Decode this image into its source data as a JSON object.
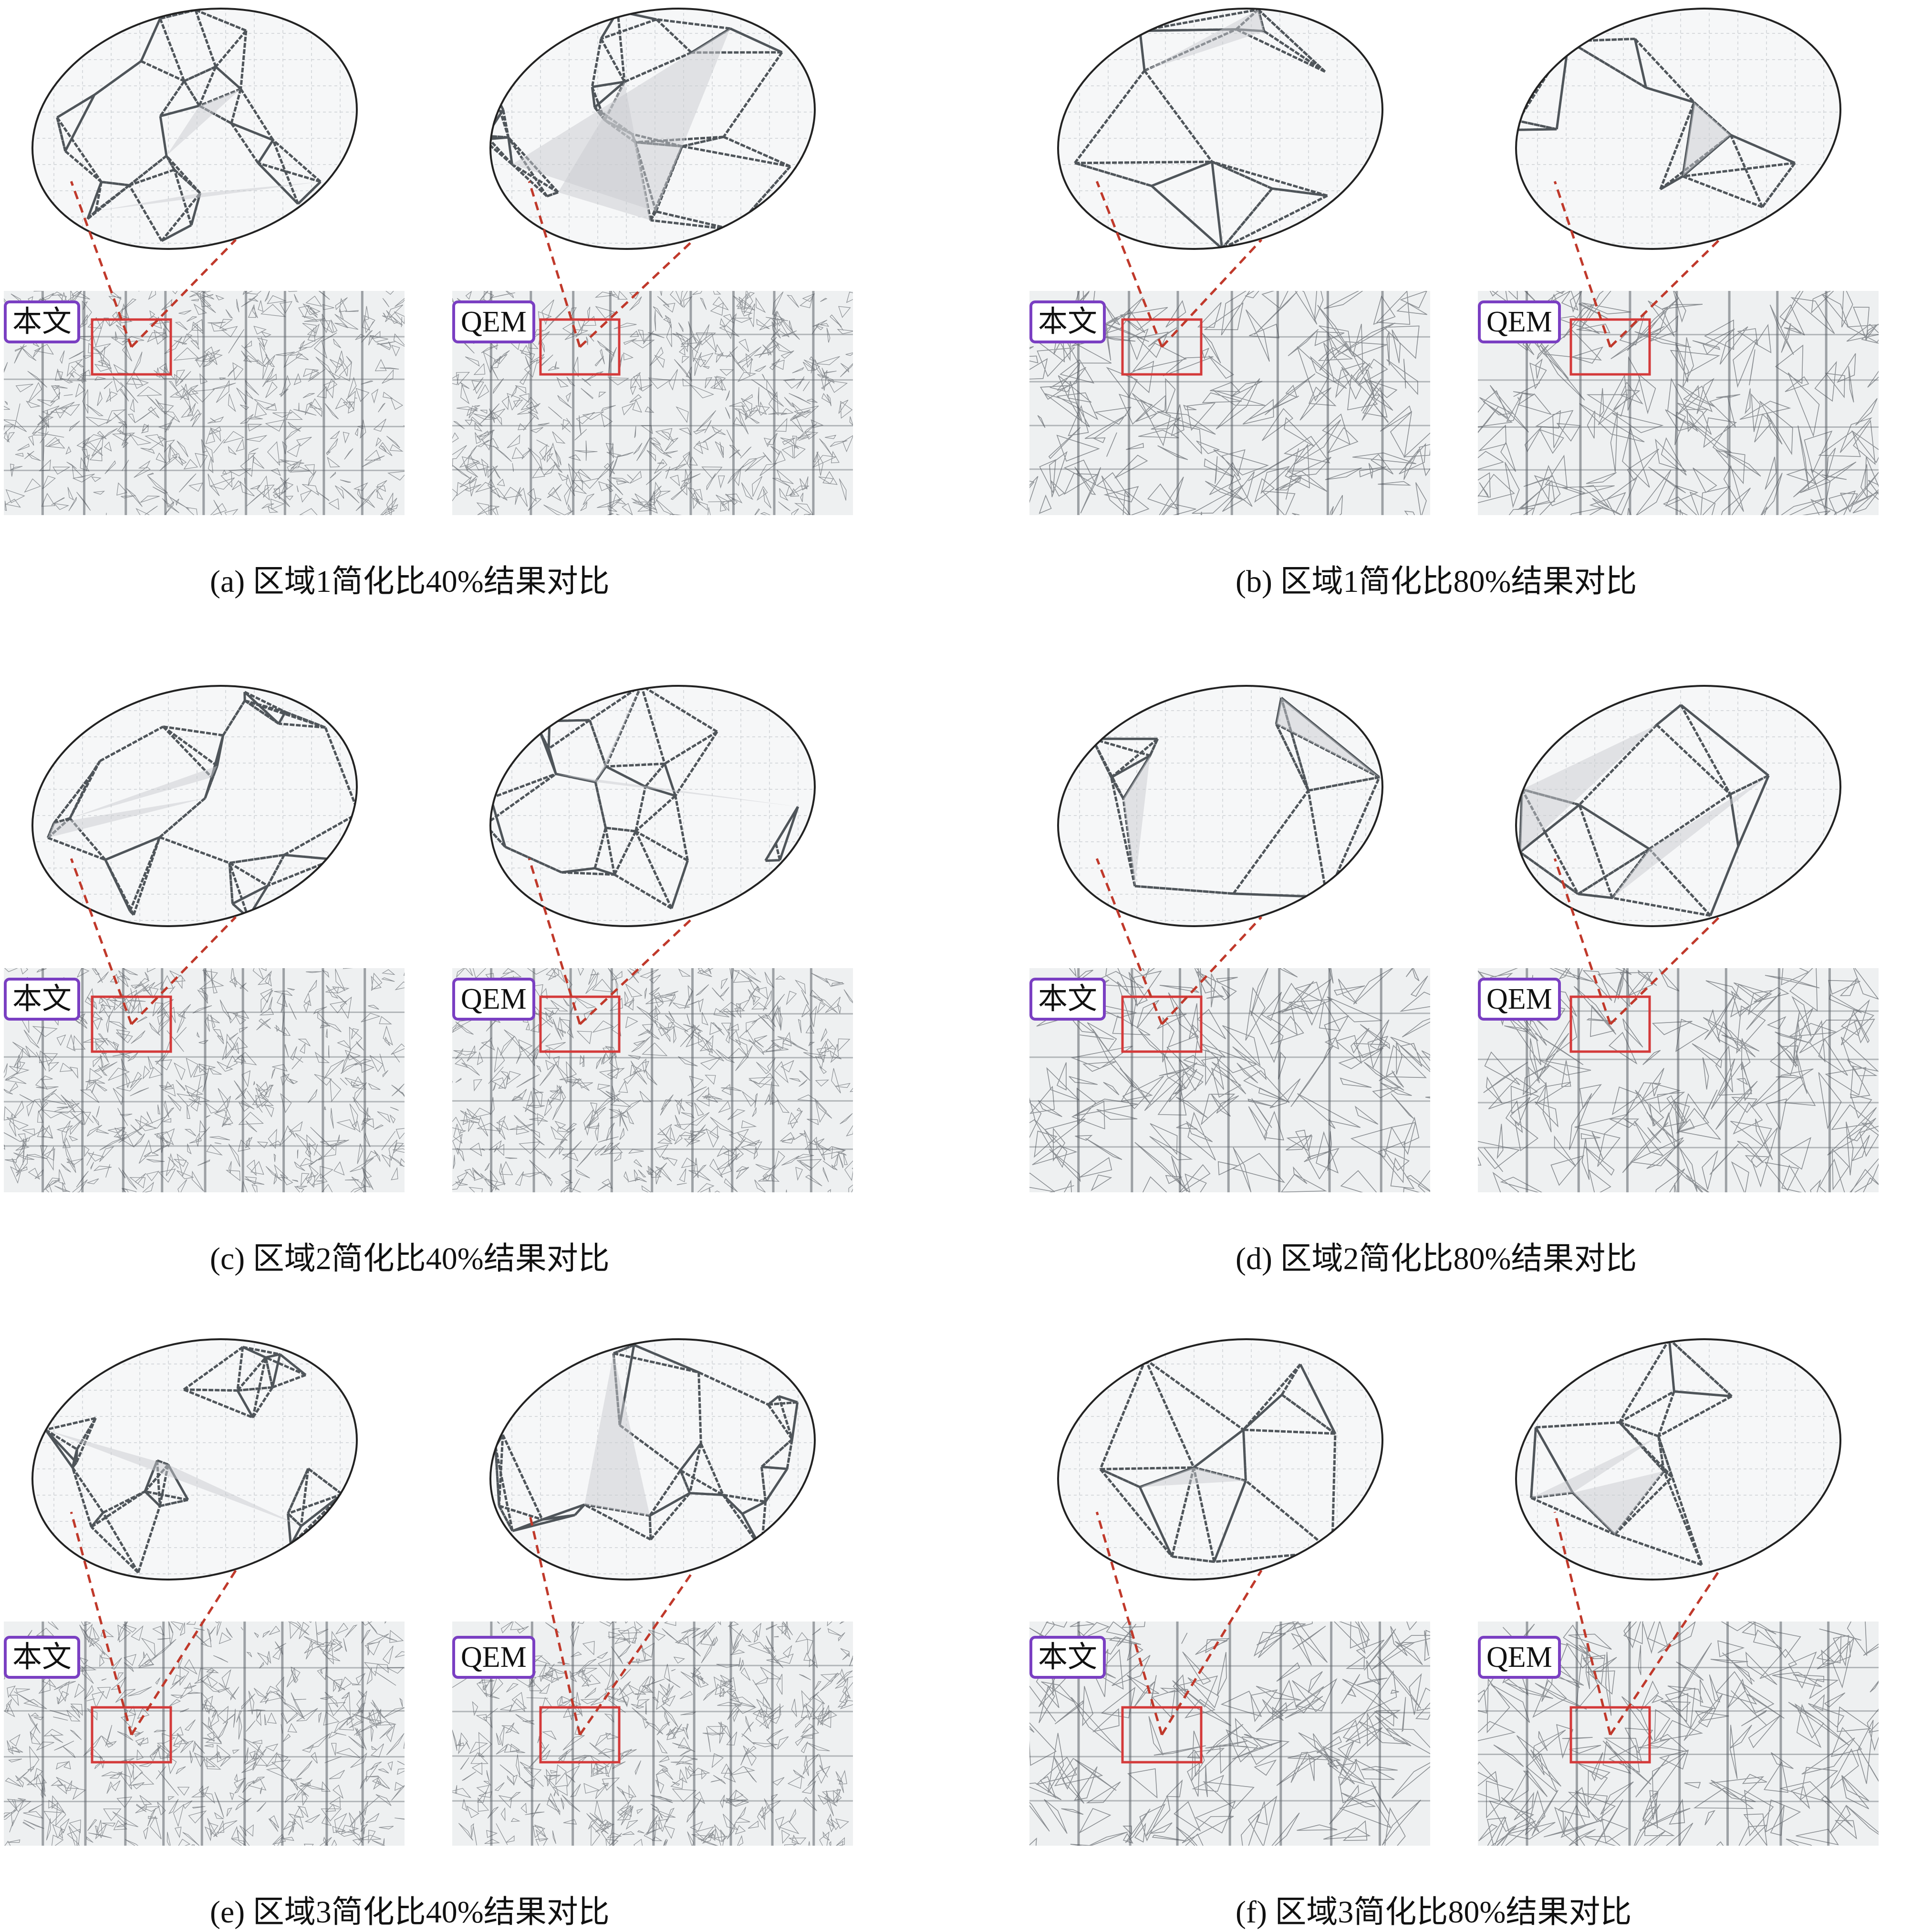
{
  "figure": {
    "panels": [
      {
        "caption": "(a) 区域1简化比40%结果对比",
        "density": "fine",
        "left_label": "本文",
        "right_label": "QEM"
      },
      {
        "caption": "(b) 区域1简化比80%结果对比",
        "density": "coarse",
        "left_label": "本文",
        "right_label": "QEM"
      },
      {
        "caption": "(c) 区域2简化比40%结果对比",
        "density": "fine",
        "left_label": "本文",
        "right_label": "QEM"
      },
      {
        "caption": "(d) 区域2简化比80%结果对比",
        "density": "coarse",
        "left_label": "本文",
        "right_label": "QEM"
      },
      {
        "caption": "(e) 区域3简化比40%结果对比",
        "density": "fine",
        "left_label": "本文",
        "right_label": "QEM"
      },
      {
        "caption": "(f) 区域3简化比80%结果对比",
        "density": "coarse",
        "left_label": "本文",
        "right_label": "QEM"
      }
    ],
    "colors": {
      "mesh_bg": "#eef0f1",
      "mesh_line": "#4a4f55",
      "label_border": "#7a3fc2",
      "highlight_box": "#d43a3a",
      "connector": "#c0392b",
      "lens_border": "#222222"
    }
  }
}
